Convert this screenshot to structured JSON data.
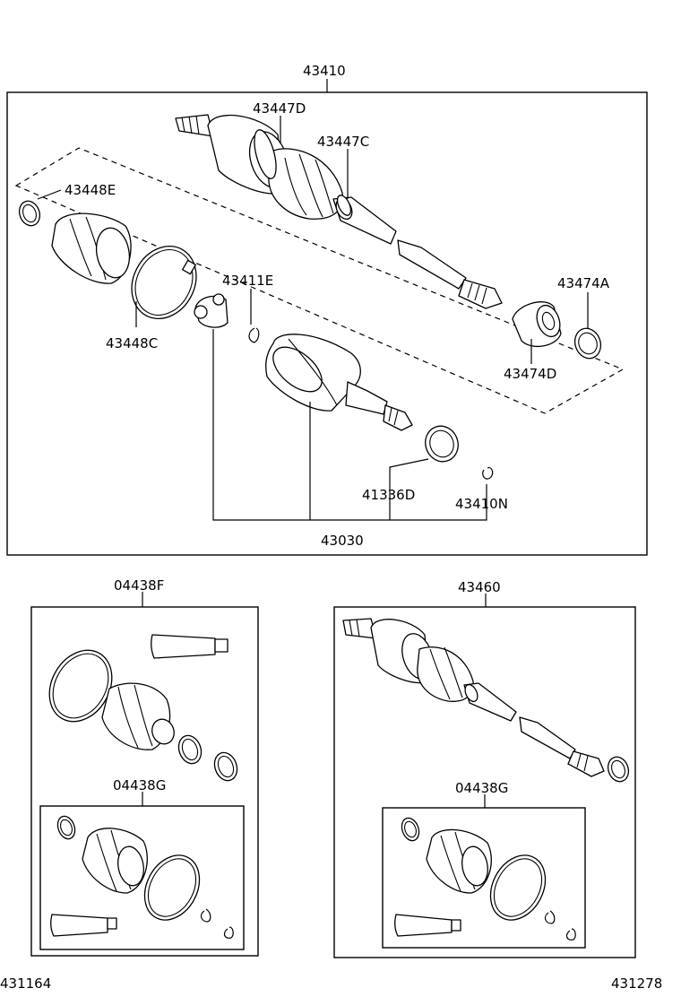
{
  "labels": {
    "l_43410": "43410",
    "l_43447D": "43447D",
    "l_43447C": "43447C",
    "l_43448E": "43448E",
    "l_43448C": "43448C",
    "l_43411E": "43411E",
    "l_43474A": "43474A",
    "l_43474D": "43474D",
    "l_41336D": "41336D",
    "l_43410N": "43410N",
    "l_43030": "43030",
    "l_04438F": "04438F",
    "l_04438G_left": "04438G",
    "l_43460": "43460",
    "l_04438G_right": "04438G",
    "l_431164": "431164",
    "l_431278": "431278"
  }
}
